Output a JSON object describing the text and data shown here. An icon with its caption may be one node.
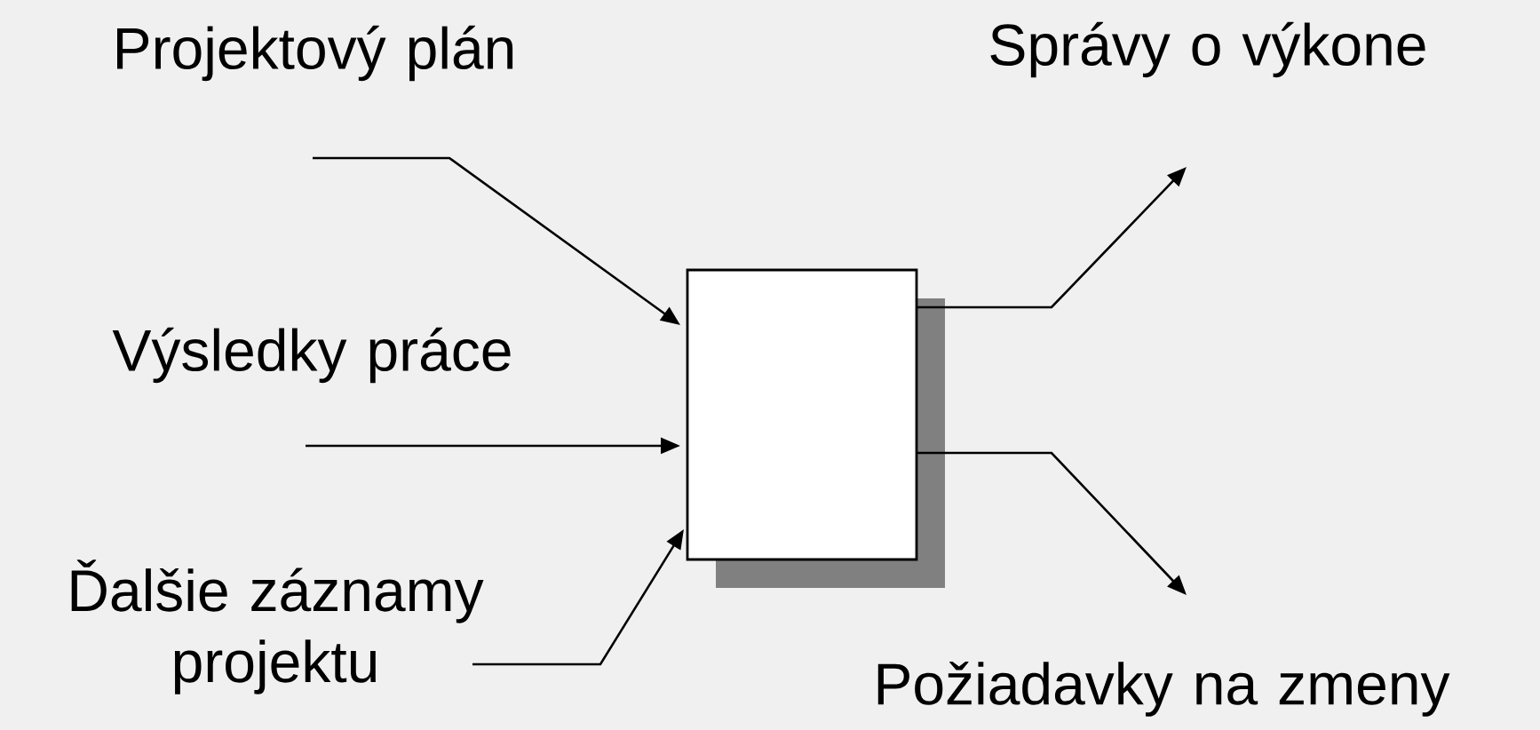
{
  "diagram": {
    "nodes": [
      {
        "text": [
          "Projektový plán"
        ]
      },
      {
        "text": [
          "Výsledky práce"
        ]
      },
      {
        "text": [
          "Ďalšie záznamy projektu"
        ]
      },
      {
        "text": [
          "Správy o výkone"
        ]
      },
      {
        "text": [
          "Požiadavky na zmeny"
        ]
      },
      {
        "text": [],
        "shape": "box"
      }
    ],
    "edges": [
      {
        "from": 0,
        "to": 5,
        "arrow": "to"
      },
      {
        "from": 1,
        "to": 5,
        "arrow": "to"
      },
      {
        "from": 2,
        "to": 5,
        "arrow": "to"
      },
      {
        "from": 5,
        "to": 3,
        "arrow": "to"
      },
      {
        "from": 5,
        "to": 4,
        "arrow": "to"
      }
    ]
  }
}
